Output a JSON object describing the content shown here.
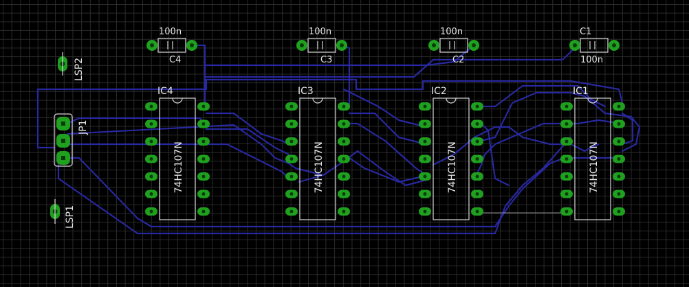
{
  "board": {
    "colors": {
      "background": "#000000",
      "grid": "#2b2b2b",
      "trace": "#2828a0",
      "pad": "#1fa01f",
      "silkscreen": "#d8d8d8"
    }
  },
  "capacitors": [
    {
      "name": "C4",
      "value": "100n"
    },
    {
      "name": "C3",
      "value": "100n"
    },
    {
      "name": "C2",
      "value": "100n"
    },
    {
      "name": "C1",
      "value": "100n"
    }
  ],
  "ics": [
    {
      "name": "IC4",
      "part": "74HC107N"
    },
    {
      "name": "IC3",
      "part": "74HC107N"
    },
    {
      "name": "IC2",
      "part": "74HC107N"
    },
    {
      "name": "IC1",
      "part": "74HC107N"
    }
  ],
  "jumper": {
    "name": "JP1"
  },
  "speakers": [
    {
      "name": "LSP2"
    },
    {
      "name": "LSP1"
    }
  ]
}
